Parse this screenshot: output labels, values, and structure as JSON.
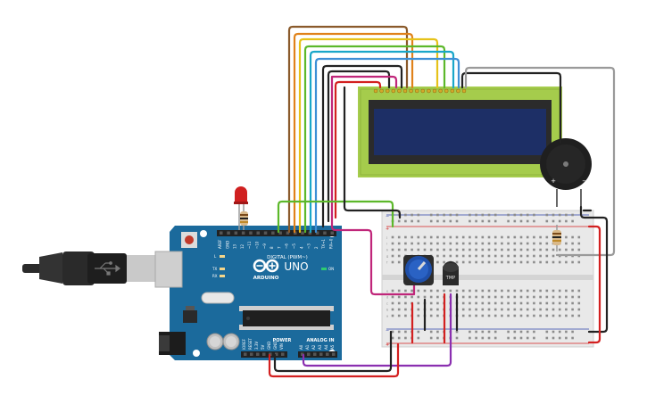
{
  "arduino": {
    "brand": "ARDUINO",
    "model": "UNO",
    "digital_label": "DIGITAL (PWM~)",
    "power_label": "POWER",
    "analog_label": "ANALOG IN",
    "on_label": "ON",
    "l_label": "L",
    "tx_label": "TX",
    "rx_label": "RX",
    "digital_pins": [
      "AREF",
      "GND",
      "13",
      "12",
      "~11",
      "~10",
      "~9",
      "8",
      "7",
      "~6",
      "~5",
      "4",
      "~3",
      "2",
      "TX→1",
      "RX←0"
    ],
    "power_pins": [
      "IOREF",
      "RESET",
      "3.3V",
      "5V",
      "GND",
      "GND",
      "VIN"
    ],
    "analog_pins": [
      "A0",
      "A1",
      "A2",
      "A3",
      "A4",
      "A5"
    ]
  },
  "sensor": {
    "label": "TMP"
  },
  "buzzer": {
    "plus": "+",
    "minus": "−"
  },
  "breadboard": {
    "plus": "+",
    "minus": "−",
    "row_letters_top": [
      "j",
      "i",
      "h",
      "g",
      "f"
    ],
    "row_letters_bottom": [
      "e",
      "d",
      "c",
      "b",
      "a"
    ]
  },
  "colors": {
    "arduino_blue": "#1b6a9c",
    "lcd_green": "#a5cc4c",
    "lcd_screen": "#1d2f66",
    "breadboard": "#e9e9e9",
    "wire_red": "#d32020",
    "wire_black": "#222222",
    "wire_purple": "#8a2fb0",
    "wire_magenta": "#c0267a",
    "wire_gray": "#9a9a9a"
  }
}
